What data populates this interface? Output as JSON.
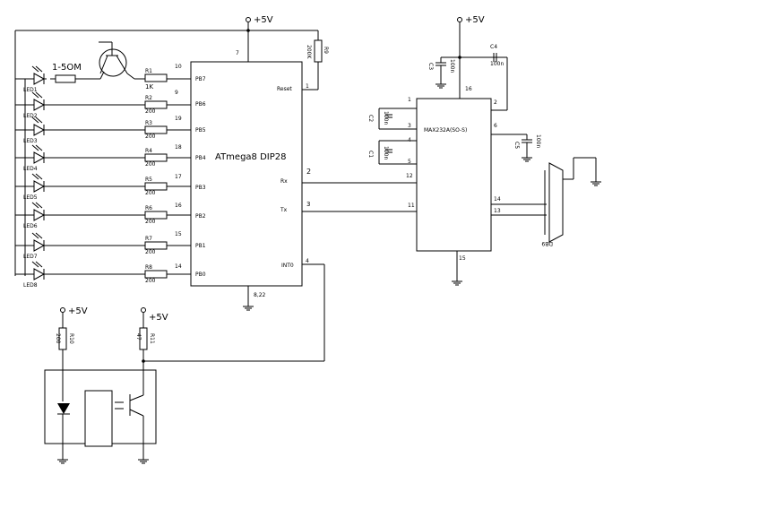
{
  "power": {
    "vcc_label": "+5V"
  },
  "mcu": {
    "name": "ATmega8 DIP28",
    "pins": {
      "vcc": "7",
      "reset": "1",
      "rx": "2",
      "tx": "3",
      "int0": "4",
      "gnd": "8,22",
      "pb7": "10",
      "pb6": "9",
      "pb5": "19",
      "pb4": "18",
      "pb3": "17",
      "pb2": "16",
      "pb1": "15",
      "pb0": "14"
    },
    "signals": {
      "reset": "Reset",
      "rx": "Rx",
      "tx": "Tx",
      "int0": "INT0",
      "pb7": "PB7",
      "pb6": "PB6",
      "pb5": "PB5",
      "pb4": "PB4",
      "pb3": "PB3",
      "pb2": "PB2",
      "pb1": "PB1",
      "pb0": "PB0"
    }
  },
  "max232": {
    "name": "MAX232A(SO-S)",
    "pins": {
      "p1": "1",
      "p3": "3",
      "p4": "4",
      "p5": "5",
      "p12": "12",
      "p11": "11",
      "p16": "16",
      "p2": "2",
      "p6": "6",
      "p14": "14",
      "p13": "13",
      "p15": "15"
    }
  },
  "resistors": {
    "r1": {
      "name": "R1",
      "value": "1K"
    },
    "r2": {
      "name": "R2",
      "value": "200"
    },
    "r3": {
      "name": "R3",
      "value": "200"
    },
    "r4": {
      "name": "R4",
      "value": "200"
    },
    "r5": {
      "name": "R5",
      "value": "200"
    },
    "r6": {
      "name": "R6",
      "value": "200"
    },
    "r7": {
      "name": "R7",
      "value": "200"
    },
    "r8": {
      "name": "R8",
      "value": "200"
    },
    "r9": {
      "name": "R9",
      "value": "200K"
    },
    "r10": {
      "name": "R10",
      "value": "200"
    },
    "r11": {
      "name": "R11",
      "value": "47"
    },
    "base": {
      "value": "1-5OM"
    }
  },
  "leds": [
    "LED1",
    "LED2",
    "LED3",
    "LED4",
    "LED5",
    "LED6",
    "LED7",
    "LED8"
  ],
  "capacitors": {
    "c1": {
      "name": "C1",
      "value": "100n"
    },
    "c2": {
      "name": "C2",
      "value": "100n"
    },
    "c3": {
      "name": "C3",
      "value": "100n"
    },
    "c4": {
      "name": "C4",
      "value": "100n"
    },
    "c5": {
      "name": "C5",
      "value": "100n"
    }
  },
  "connector": {
    "name": "DB9"
  }
}
